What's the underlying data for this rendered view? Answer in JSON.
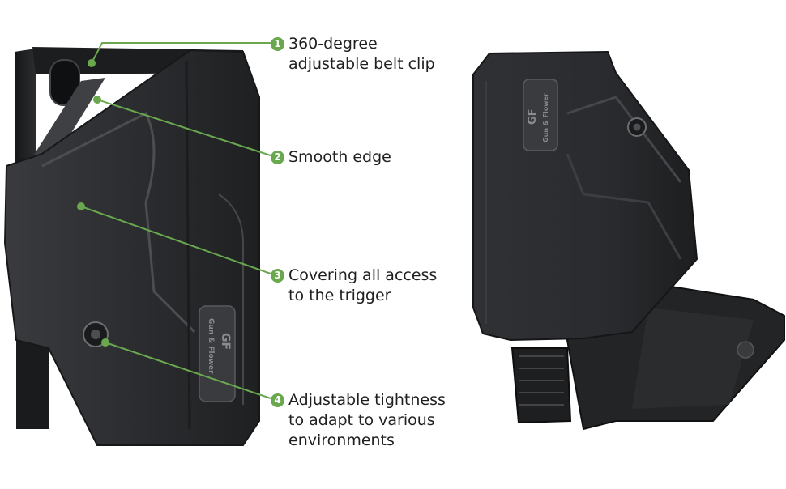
{
  "colors": {
    "accent": "#6aa84f",
    "holster": "#2e2f31",
    "holster_light": "#4a4b4e",
    "text": "#1f1f1f"
  },
  "callouts": [
    {
      "number": "1",
      "lines": [
        "360-degree",
        "adjustable belt clip"
      ]
    },
    {
      "number": "2",
      "lines": [
        "Smooth edge"
      ]
    },
    {
      "number": "3",
      "lines": [
        "Covering all access",
        "to the trigger"
      ]
    },
    {
      "number": "4",
      "lines": [
        "Adjustable tightness",
        "to adapt to various",
        "environments"
      ]
    }
  ],
  "holster_logo": {
    "mark": "GF",
    "brand": "Gun & Flower"
  }
}
